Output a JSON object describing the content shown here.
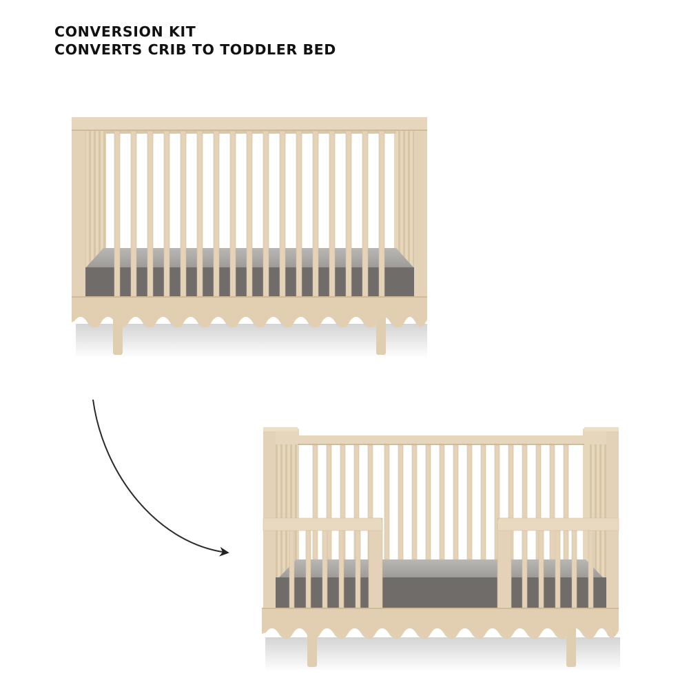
{
  "heading": {
    "line1": "CONVERSION KIT",
    "line2": "CONVERTS CRIB TO TODDLER BED"
  },
  "images": [
    {
      "name": "crib",
      "description": "Natural birch crib with vertical spindles, grey mattress and scalloped base"
    },
    {
      "name": "toddler-bed",
      "description": "Same crib converted to toddler bed with two short guard rails at front"
    }
  ],
  "arrow": {
    "icon": "curved-arrow-icon",
    "meaning": "converts to"
  },
  "colors": {
    "wood": "#e3d2b7",
    "wood_dark": "#cdb997",
    "wood_light": "#ecdfc8",
    "mattress_top": "#a8a6a3",
    "mattress_side": "#6f6c69",
    "text": "#111111",
    "shadow": "#d6d6d6"
  }
}
